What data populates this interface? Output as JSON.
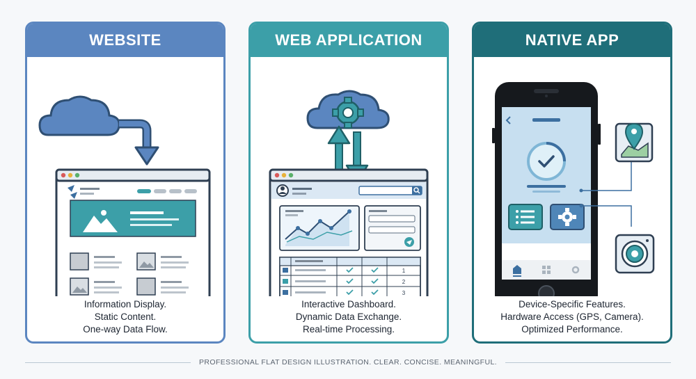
{
  "panels": [
    {
      "title": "WEBSITE",
      "caption": [
        "Information Display.",
        "Static Content.",
        "One-way Data Flow."
      ],
      "color": "#5b86c0"
    },
    {
      "title": "WEB APPLICATION",
      "caption": [
        "Interactive Dashboard.",
        "Dynamic Data Exchange.",
        "Real-time Processing."
      ],
      "color": "#3c9fa8",
      "table_rows": [
        "1",
        "2",
        "3"
      ]
    },
    {
      "title": "NATIVE APP",
      "caption": [
        "Device-Specific Features.",
        "Hardware Access (GPS, Camera).",
        "Optimized Performance."
      ],
      "color": "#1f6e79"
    }
  ],
  "footer": "PROFESSIONAL FLAT DESIGN ILLUSTRATION. CLEAR. CONCISE. MEANINGFUL.",
  "icons": {
    "website": [
      "cloud-icon",
      "down-arrow-icon",
      "browser-window-icon",
      "image-placeholder-icon"
    ],
    "web_application": [
      "cloud-icon",
      "gear-icon",
      "up-arrow-icon",
      "down-arrow-icon",
      "avatar-icon",
      "search-icon",
      "line-chart-icon",
      "send-icon",
      "check-icon"
    ],
    "native_app": [
      "smartphone-icon",
      "check-icon",
      "list-icon",
      "gear-icon",
      "home-icon",
      "grid-icon",
      "location-pin-icon",
      "camera-icon"
    ]
  }
}
